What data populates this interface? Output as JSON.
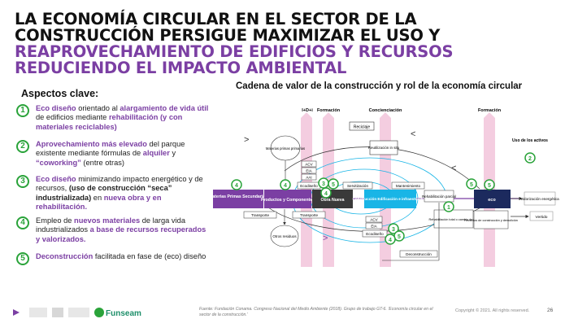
{
  "title": {
    "part1": "LA ECONOMÍA CIRCULAR EN EL SECTOR DE LA CONSTRUCCIÓN PERSIGUE MAXIMIZAR EL USO Y ",
    "part2": "REAPROVECHAMIENTO DE EDIFICIOS Y RECURSOS REDUCIENDO EL IMPACTO AMBIENTAL"
  },
  "aspects": {
    "heading": "Aspectos clave:",
    "items": [
      {
        "num": "1",
        "a": "Eco diseño",
        "b": " orientado al ",
        "c": "alargamiento de vida útil",
        "d": " de edificios mediante ",
        "e": "rehabilitación (y con materiales reciclables)",
        "f": ""
      },
      {
        "num": "2",
        "a": "Aprovechamiento más elevado",
        "b": " del parque existente mediante fórmulas de ",
        "c": "alquiler",
        "d": " y ",
        "e": "“coworking”",
        "f": " (entre otras)"
      },
      {
        "num": "3",
        "a": "Eco diseño",
        "b": " minimizando impacto energético y de recursos, ",
        "c": "(uso  de construcción “seca” industrializada)",
        "d": " en ",
        "e": "nueva obra y en rehabilitación.",
        "f": ""
      },
      {
        "num": "4",
        "a": "",
        "b": "Empleo de ",
        "c": "nuevos materiales",
        "d": " de larga vida industrializados ",
        "e": "a base de recursos recuperados y valorizados.",
        "f": ""
      },
      {
        "num": "5",
        "a": "Deconstrucción",
        "b": " facilitada en fase de (eco) diseño",
        "c": "",
        "d": "",
        "e": "",
        "f": ""
      }
    ]
  },
  "diagram": {
    "title": "Cadena de valor de la construcción y rol de la economía circular",
    "phases": [
      "I+D+i",
      "Formación",
      "Concienciación",
      "Formación"
    ],
    "uso_activos": "Uso de los activos",
    "nodes": {
      "materias_primas_secundarias": "Materias Primas Secundarias",
      "productos_componentes": "Productos y Componentes",
      "obra_nueva": "Obra Nueva",
      "construccion": "Construcción Edificación e infraestructura",
      "eco": "eco",
      "valorizacion": "Valorización energética",
      "vertido": "Vertido",
      "materias_primas_primarias": "Materias primas primarias",
      "otros_residuos": "Otros residuos",
      "reciclaje": "Reciclaje",
      "reutilizacion": "Reutilización in situ",
      "rehabilitacion_parcial": "Rehabilitación parcial",
      "rehabilitacion_total": "Rehabilitación total o cambio de uso",
      "recursos": "Recursos de construcción y demolición",
      "deconstruccion": "Deconstrucción",
      "servitizacion": "Servitización",
      "mantenimiento": "Mantenimiento",
      "ecodiseno": "Ecodiseño",
      "ecodiseno2": "Ecodiseño",
      "transporte1": "Transporte",
      "transporte2": "Transporte",
      "acv": "ACV",
      "eia": "EIA",
      "aai": "AAI",
      "acv2": "ACV",
      "eia2": "EIA"
    },
    "badges": [
      "4",
      "4",
      "3",
      "5",
      "4",
      "5",
      "3",
      "5",
      "4",
      "1",
      "2",
      "5"
    ]
  },
  "footer": {
    "source": "Fuente: Fundación Conama. Congreso Nacional del Medio Ambiente (2018). Grupo de trabajo GT-6. 'Economía circular en el sector de la construcción.'",
    "copyright": "Copyright © 2021. All rights reserved.",
    "page": "26",
    "logo_funseam": "Funseam"
  },
  "colors": {
    "purple": "#7b3fa3",
    "green": "#2aa33a",
    "cyan": "#19b5e6",
    "navy": "#1c2a5e",
    "pink": "#f4cde0"
  }
}
